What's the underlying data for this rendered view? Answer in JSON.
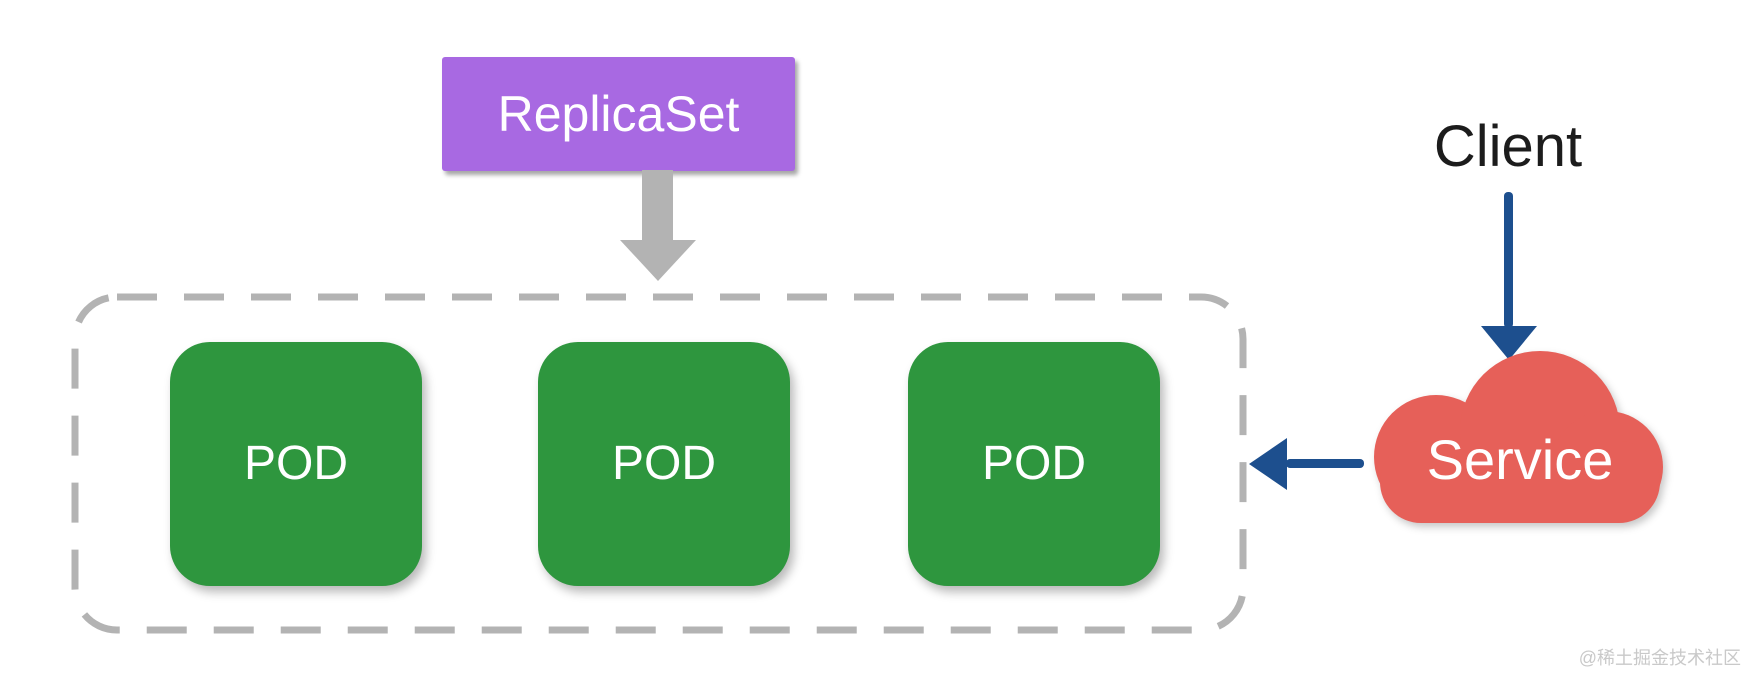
{
  "replicaset": {
    "label": "ReplicaSet"
  },
  "pods": {
    "labels": [
      "POD",
      "POD",
      "POD"
    ]
  },
  "client": {
    "label": "Client"
  },
  "service": {
    "label": "Service"
  },
  "watermark": {
    "label": "@稀土掘金技术社区"
  },
  "colors": {
    "replicaset_fill": "#a869e2",
    "pod_fill": "#2e963e",
    "service_fill": "#e66059",
    "blue_arrow": "#1d4f8e",
    "gray_arrow": "#b3b3b3",
    "dashed_border": "#b3b3b3",
    "client_text": "#1c1c1c",
    "label_text": "#ffffff",
    "watermark_text": "#c9c9c9"
  }
}
